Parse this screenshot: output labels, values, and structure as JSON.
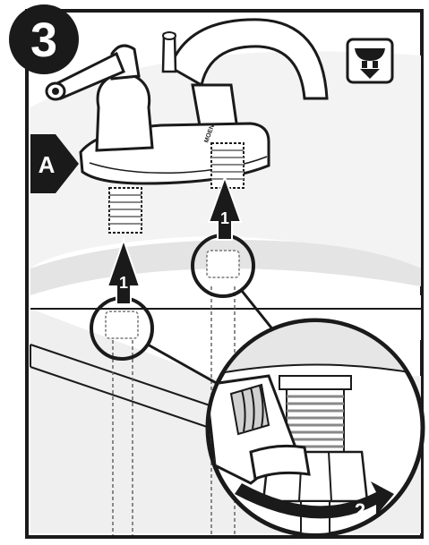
{
  "step": {
    "number": "3"
  },
  "callouts": {
    "part_label": "A",
    "arrow_left_number": "1",
    "arrow_right_number": "1",
    "rotate_number": "2"
  },
  "faucet": {
    "brand_mark": "MOEN"
  },
  "icons": {
    "step_badge": "step-number-badge",
    "under_sink": "under-sink-icon",
    "wrench": "adjustable-wrench",
    "magnifier": "detail-magnifier-circle"
  },
  "colors": {
    "ink": "#1a1a1a",
    "panel_bg": "#ffffff",
    "shade": "#e6e6e6",
    "dark_shade": "#b8b8b8",
    "arrow_fill": "#1a1a1a"
  }
}
